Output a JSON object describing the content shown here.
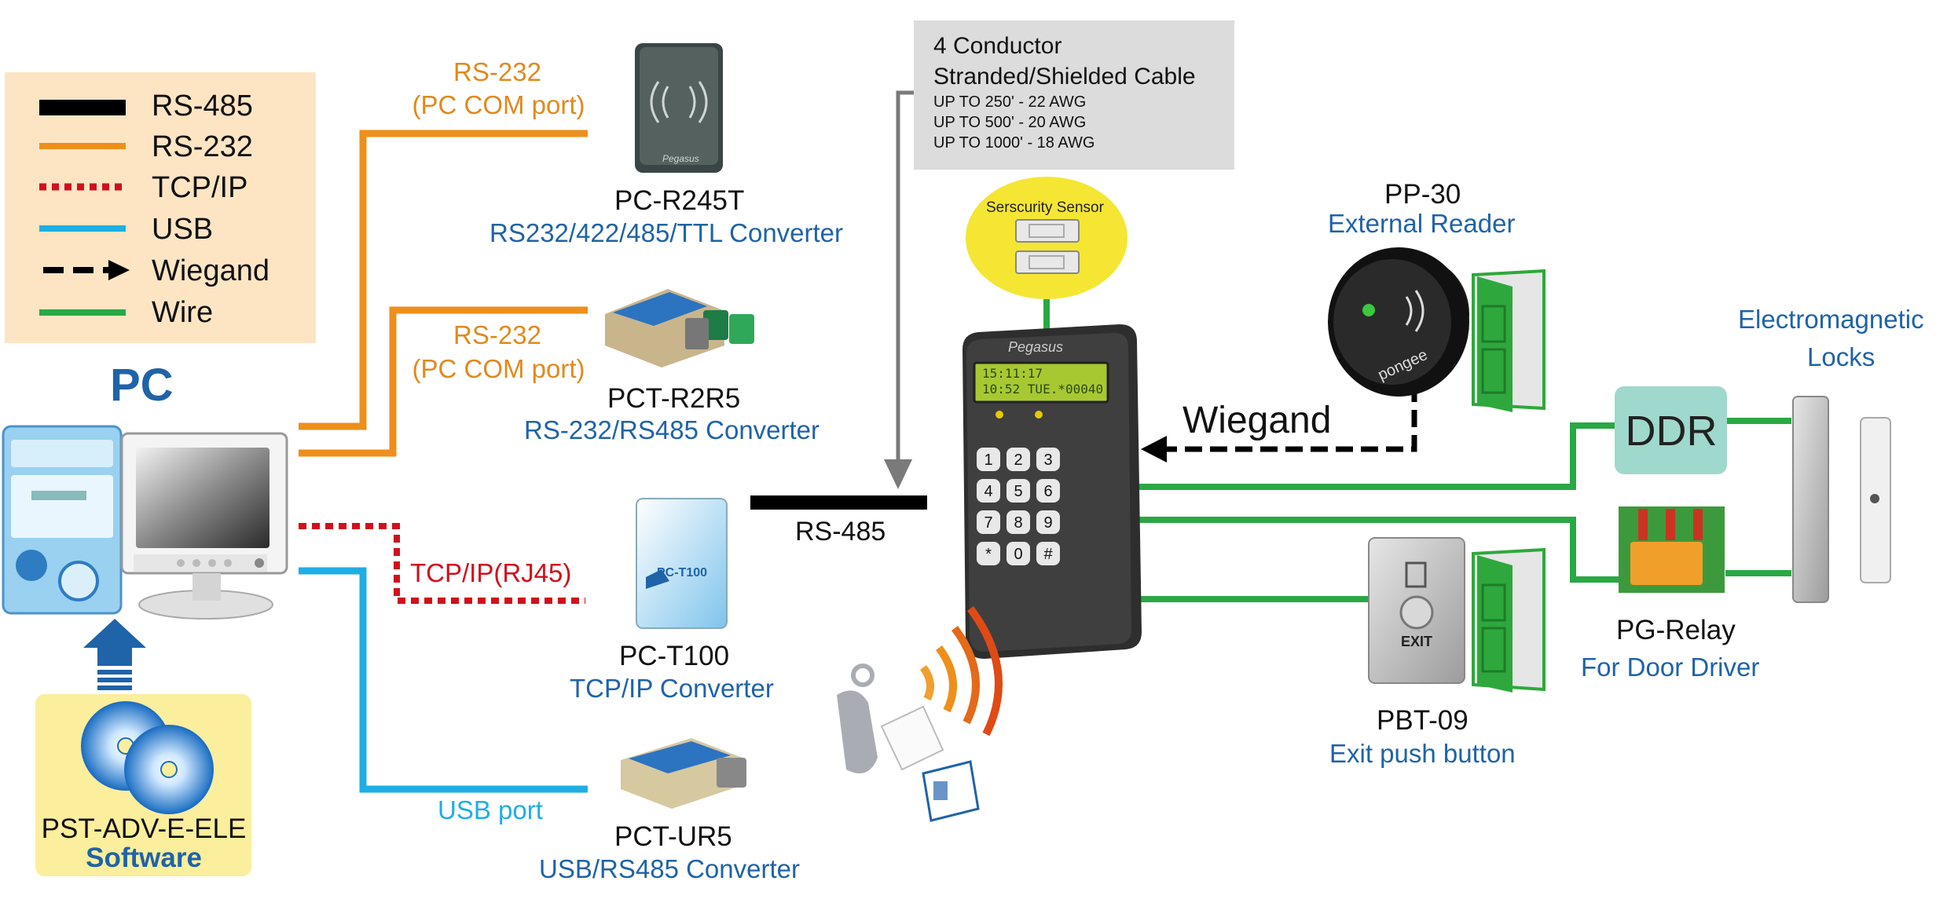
{
  "legend": {
    "items": [
      {
        "label": "RS-485",
        "kind": "rs485"
      },
      {
        "label": "RS-232",
        "kind": "rs232"
      },
      {
        "label": "TCP/IP",
        "kind": "tcpip"
      },
      {
        "label": "USB",
        "kind": "usb"
      },
      {
        "label": "Wiegand",
        "kind": "wiegand"
      },
      {
        "label": "Wire",
        "kind": "wire"
      }
    ]
  },
  "pc": {
    "title": "PC"
  },
  "software": {
    "name": "PST-ADV-E-ELE",
    "sub": "Software"
  },
  "links": {
    "rs232_a": {
      "line1": "RS-232",
      "line2": "(PC COM port)"
    },
    "rs232_b": {
      "line1": "RS-232",
      "line2": "(PC COM port)"
    },
    "tcpip": "TCP/IP(RJ45)",
    "usb": "USB port",
    "rs485": "RS-485",
    "wiegand": "Wiegand"
  },
  "devices": {
    "r245t": {
      "name": "PC-R245T",
      "desc": "RS232/422/485/TTL  Converter"
    },
    "r2r5": {
      "name": "PCT-R2R5",
      "desc": "RS-232/RS485 Converter"
    },
    "t100": {
      "name": "PC-T100",
      "desc": "TCP/IP  Converter",
      "screen": "PC-T100"
    },
    "ur5": {
      "name": "PCT-UR5",
      "desc": "USB/RS485  Converter"
    },
    "pp30": {
      "name": "PP-30",
      "desc": "External Reader"
    },
    "pbt09": {
      "name": "PBT-09",
      "desc": "Exit push button",
      "button": "EXIT"
    },
    "relay": {
      "name": "PG-Relay",
      "desc": "For Door Driver"
    },
    "ddr": "DDR",
    "locks": {
      "line1": "Electromagnetic",
      "line2": "Locks"
    }
  },
  "cable": {
    "title1": "4 Conductor",
    "title2": "Stranded/Shielded Cable",
    "specs": [
      "UP TO 250' - 22 AWG",
      "UP TO 500' - 20 AWG",
      "UP TO 1000' - 18 AWG"
    ]
  },
  "sensor": {
    "label": "Serscurity Sensor"
  },
  "controller": {
    "brand": "Pegasus",
    "lcd1": "15:11:17",
    "lcd2": "10:52 TUE.*00040",
    "keys": [
      "1",
      "2",
      "3",
      "4",
      "5",
      "6",
      "7",
      "8",
      "9",
      "*",
      "0",
      "#"
    ]
  },
  "brands": {
    "reader": "Pegasus",
    "pp30": "pongee"
  },
  "colors": {
    "rs485": "#000000",
    "rs232": "#ee8f1b",
    "tcpip": "#d0101c",
    "usb": "#1eaee4",
    "wire": "#2aa845",
    "legend_bg": "#fde5c3",
    "cable_box": "#dcdcdc",
    "label_blue": "#1f63a8",
    "label_orange": "#e08a1e",
    "pc_title": "#1f63a8",
    "ddr_bg": "#9fd8cc",
    "sensor_bg": "#f5e634",
    "door_green": "#2ea83c",
    "software_bg": "#fbee9c"
  }
}
